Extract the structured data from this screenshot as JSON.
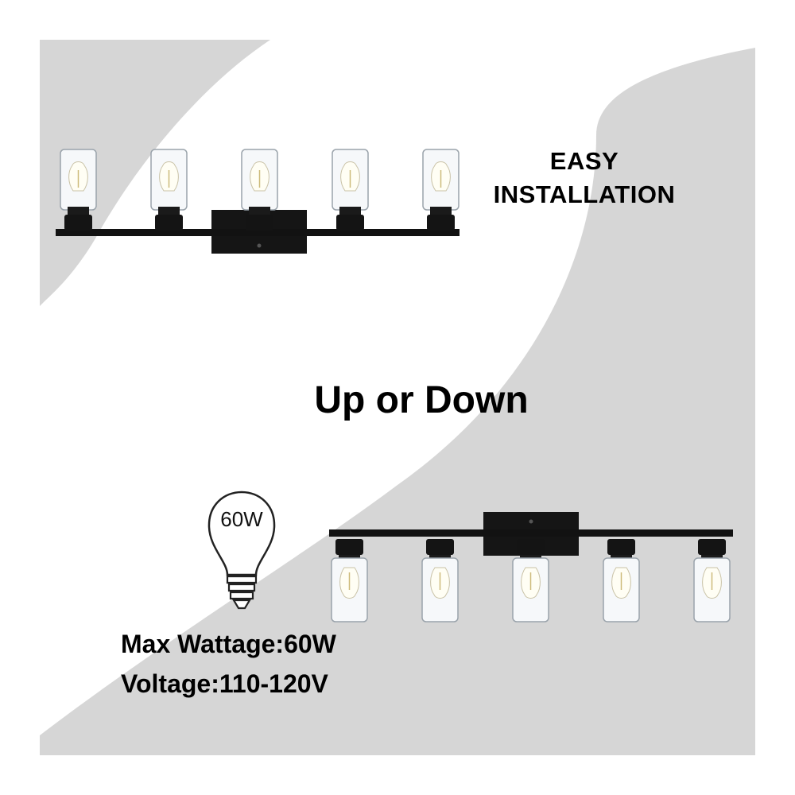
{
  "panel": {
    "background_light": "#ffffff",
    "background_gray": "#d6d6d6",
    "fixture_color": "#111111"
  },
  "headlines": {
    "easy_line1": "EASY",
    "easy_line2": "INSTALLATION",
    "orientation": "Up or Down"
  },
  "bulb": {
    "label": "60W",
    "icon": "light-bulb-outline-icon"
  },
  "specs": {
    "max_wattage": "Max Wattage:60W",
    "voltage": "Voltage:110-120V"
  },
  "fixtures": {
    "top": {
      "orientation": "up",
      "light_count": 5
    },
    "bottom": {
      "orientation": "down",
      "light_count": 5
    }
  }
}
